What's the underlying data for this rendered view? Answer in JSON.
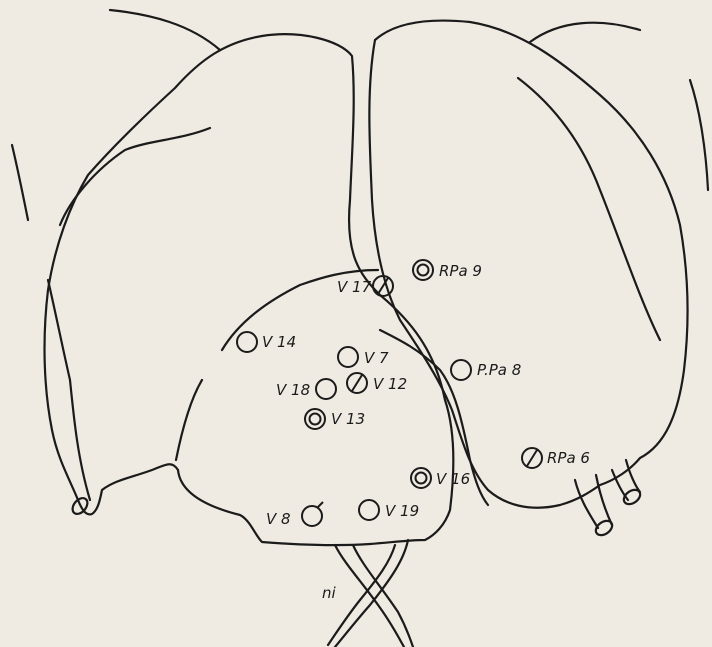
{
  "sites": [
    {
      "label": "V 17",
      "symbol": "hatched"
    },
    {
      "label": "RPa 9",
      "symbol": "double"
    },
    {
      "label": "V 14",
      "symbol": "open"
    },
    {
      "label": "V 7",
      "symbol": "open"
    },
    {
      "label": "V 12",
      "symbol": "hatched"
    },
    {
      "label": "V 18",
      "symbol": "open"
    },
    {
      "label": "P.Pa 8",
      "symbol": "open"
    },
    {
      "label": "V 13",
      "symbol": "double"
    },
    {
      "label": "V 16",
      "symbol": "double"
    },
    {
      "label": "RPa 6",
      "symbol": "hatched"
    },
    {
      "label": "V 8",
      "symbol": "open-tick"
    },
    {
      "label": "V 19",
      "symbol": "open"
    }
  ],
  "nerve_label": "ni"
}
